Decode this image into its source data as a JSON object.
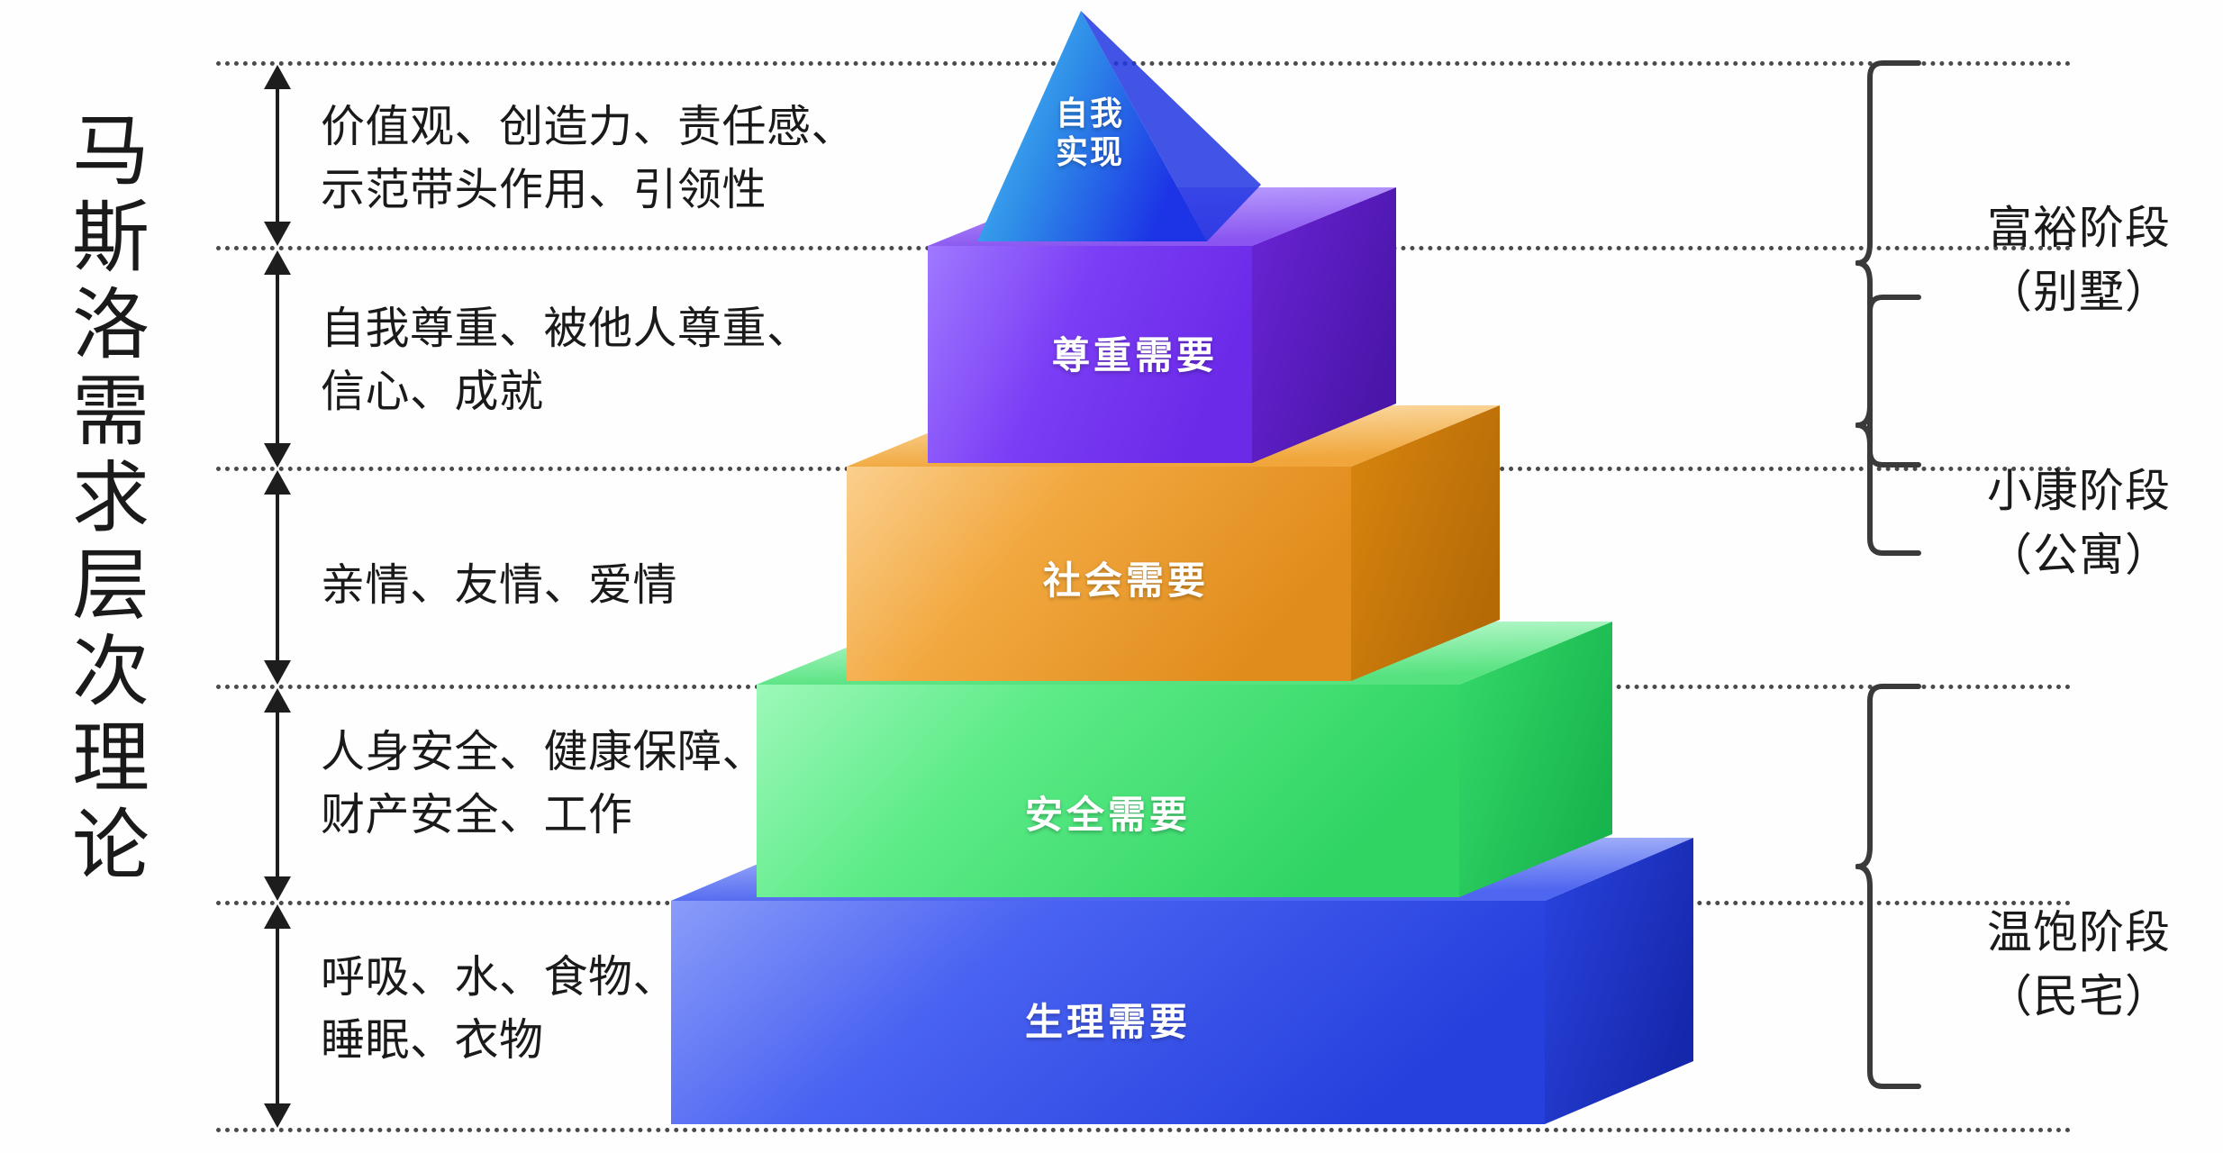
{
  "title": {
    "text": "马斯洛需求层次理论",
    "chars": [
      "马",
      "斯",
      "洛",
      "需",
      "求",
      "层",
      "次",
      "理",
      "论"
    ]
  },
  "descriptions": [
    {
      "id": "self-actualization-desc",
      "text": "价值观、创造力、责任感、\n示范带头作用、引领性"
    },
    {
      "id": "esteem-desc",
      "text": "自我尊重、被他人尊重、\n信心、成就"
    },
    {
      "id": "social-desc",
      "text": "亲情、友情、爱情"
    },
    {
      "id": "safety-desc",
      "text": "人身安全、健康保障、\n财产安全、工作"
    },
    {
      "id": "physiological-desc",
      "text": "呼吸、水、食物、\n睡眠、衣物"
    }
  ],
  "pyramid": {
    "tiers": [
      {
        "id": "tier-self-actualization",
        "label": "自我\n实现",
        "color": "#2a7fe8",
        "color_light": "#39b8f0",
        "color_dark": "#2030e0"
      },
      {
        "id": "tier-esteem",
        "label": "尊重需要",
        "color": "#7b3df5",
        "color_light": "#9a6bff",
        "color_dark": "#5a1fc4"
      },
      {
        "id": "tier-social",
        "label": "社会需要",
        "color": "#f0a33c",
        "color_light": "#f8c06a",
        "color_dark": "#d4801a"
      },
      {
        "id": "tier-safety",
        "label": "安全需要",
        "color": "#4ee07a",
        "color_light": "#8af5a8",
        "color_dark": "#23c455"
      },
      {
        "id": "tier-physiological",
        "label": "生理需要",
        "color": "#3a58ef",
        "color_light": "#7a8ff7",
        "color_dark": "#1d33c8"
      }
    ]
  },
  "stages": [
    {
      "id": "stage-affluent",
      "text": "富裕阶段\n（别墅）"
    },
    {
      "id": "stage-welloff",
      "text": "小康阶段\n（公寓）"
    },
    {
      "id": "stage-subsistence",
      "text": "温饱阶段\n（民宅）"
    }
  ],
  "chart_data": {
    "type": "pyramid",
    "title": "马斯洛需求层次理论",
    "levels": [
      {
        "rank": 5,
        "name": "自我实现",
        "examples": "价值观、创造力、责任感、示范带头作用、引领性",
        "color": "#2a7fe8",
        "stage": "富裕阶段（别墅）"
      },
      {
        "rank": 4,
        "name": "尊重需要",
        "examples": "自我尊重、被他人尊重、信心、成就",
        "color": "#7b3df5",
        "stage": "富裕阶段（别墅）"
      },
      {
        "rank": 3,
        "name": "社会需要",
        "examples": "亲情、友情、爱情",
        "color": "#f0a33c",
        "stage": "小康阶段（公寓）"
      },
      {
        "rank": 2,
        "name": "安全需要",
        "examples": "人身安全、健康保障、财产安全、工作",
        "color": "#4ee07a",
        "stage": "温饱阶段（民宅）"
      },
      {
        "rank": 1,
        "name": "生理需要",
        "examples": "呼吸、水、食物、睡眠、衣物",
        "color": "#3a58ef",
        "stage": "温饱阶段（民宅）"
      }
    ],
    "stage_groups": [
      {
        "label": "富裕阶段（别墅）",
        "covers": [
          "自我实现",
          "尊重需要"
        ]
      },
      {
        "label": "小康阶段（公寓）",
        "covers": [
          "社会需要"
        ]
      },
      {
        "label": "温饱阶段（民宅）",
        "covers": [
          "安全需要",
          "生理需要"
        ]
      }
    ],
    "legend": "none",
    "grid": "dotted-level-separators"
  }
}
